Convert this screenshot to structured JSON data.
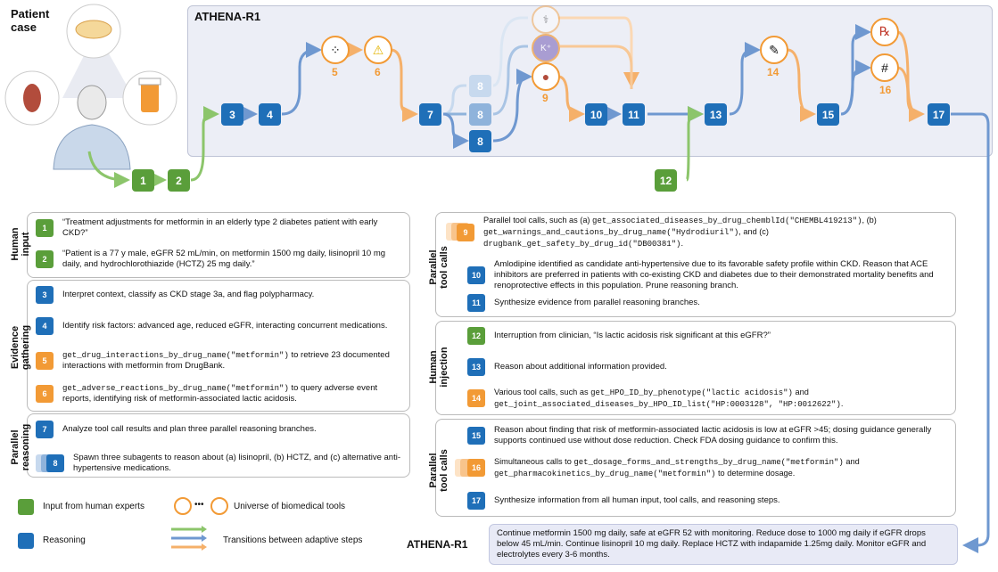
{
  "patient_label": "Patient\ncase",
  "main_title": "ATHENA-R1",
  "nodes": {
    "n1": "1",
    "n2": "2",
    "n3": "3",
    "n4": "4",
    "n5": "5",
    "n6": "6",
    "n7": "7",
    "n8": "8",
    "n9": "9",
    "n10": "10",
    "n11": "11",
    "n12": "12",
    "n13": "13",
    "n14": "14",
    "n15": "15",
    "n16": "16",
    "n17": "17"
  },
  "sections": {
    "human_input": "Human\ninput",
    "evidence": "Evidence\ngathering",
    "parallel_reasoning": "Parallel\nreasoning",
    "parallel_tools": "Parallel\ntool calls",
    "human_interjection": "Human\ninjection",
    "parallel_tools2": "Parallel\ntool calls"
  },
  "rows": {
    "r1": "“Treatment adjustments for metformin in an elderly type 2 diabetes patient with early CKD?”",
    "r2": "“Patient is a 77 y male, eGFR 52 mL/min, on metformin 1500 mg daily, lisinopril 10 mg daily, and hydrochlorothiazide (HCTZ) 25 mg daily.”",
    "r3": "Interpret context, classify as CKD stage 3a, and flag polypharmacy.",
    "r4": "Identify risk factors: advanced age, reduced eGFR, interacting concurrent medications.",
    "r5_code": "get_drug_interactions_by_drug_name(\"metformin\")",
    "r5_text": " to retrieve 23 documented interactions with metformin from DrugBank.",
    "r6_code": "get_adverse_reactions_by_drug_name(\"metformin\")",
    "r6_text": " to query adverse event reports, identifying risk of metformin-associated lactic acidosis.",
    "r7": "Analyze tool call results and plan three parallel reasoning branches.",
    "r8": "Spawn three subagents to reason about (a) lisinopril, (b) HCTZ, and (c) alternative anti-hypertensive medications.",
    "r9_a": "Parallel tool calls, such as (a) ",
    "r9_c1": "get_associated_diseases_by_drug_chemblId(\"CHEMBL419213\")",
    "r9_b": ", (b) ",
    "r9_c2": "get_warnings_and_cautions_by_drug_name(\"Hydrodiuril\")",
    "r9_c": ", and (c) ",
    "r9_c3": "drugbank_get_safety_by_drug_id(\"DB00381\")",
    "r9_d": ".",
    "r10": "Amlodipine identified as candidate anti-hypertensive due to its favorable safety profile within CKD. Reason that ACE inhibitors are preferred in patients with co-existing CKD and diabetes due to their demonstrated mortality benefits and renoprotective effects in this population. Prune reasoning branch.",
    "r11": "Synthesize evidence from parallel reasoning branches.",
    "r12": "Interruption from clinician, “Is lactic acidosis risk significant at this eGFR?”",
    "r13": "Reason about additional information provided.",
    "r14_a": "Various tool calls, such as ",
    "r14_c1": "get_HPO_ID_by_phenotype(\"lactic acidosis\")",
    "r14_b": " and ",
    "r14_c2": "get_joint_associated_diseases_by_HPO_ID_list(\"HP:0003128\", \"HP:0012622\")",
    "r14_d": ".",
    "r15": "Reason about finding that risk of metformin-associated lactic acidosis is low at eGFR >45; dosing guidance generally supports continued use without dose reduction. Check FDA dosing guidance to confirm this.",
    "r16_a": "Simultaneous calls to ",
    "r16_c1": "get_dosage_forms_and_strengths_by_drug_name(\"metformin\")",
    "r16_b": " and ",
    "r16_c2": "get_pharmacokinetics_by_drug_name(\"metformin\")",
    "r16_c": " to determine dosage.",
    "r17": "Synthesize information from all human input, tool calls, and reasoning steps."
  },
  "legend": {
    "human": "Input from human experts",
    "tools": "Universe of biomedical tools",
    "reasoning": "Reasoning",
    "transitions": "Transitions between adaptive steps"
  },
  "final": {
    "label": "ATHENA-R1",
    "text": "Continue metformin 1500 mg daily, safe at eGFR 52 with monitoring. Reduce dose to 1000 mg daily if eGFR drops below 45 mL/min. Continue lisinopril 10 mg daily. Replace HCTZ with indapamide 1.25mg daily. Monitor eGFR and electrolytes every 3-6 months."
  },
  "colors": {
    "blue": "#1f6fb8",
    "green": "#5a9e3a",
    "orange": "#f29a35",
    "panel": "#eceef6"
  }
}
